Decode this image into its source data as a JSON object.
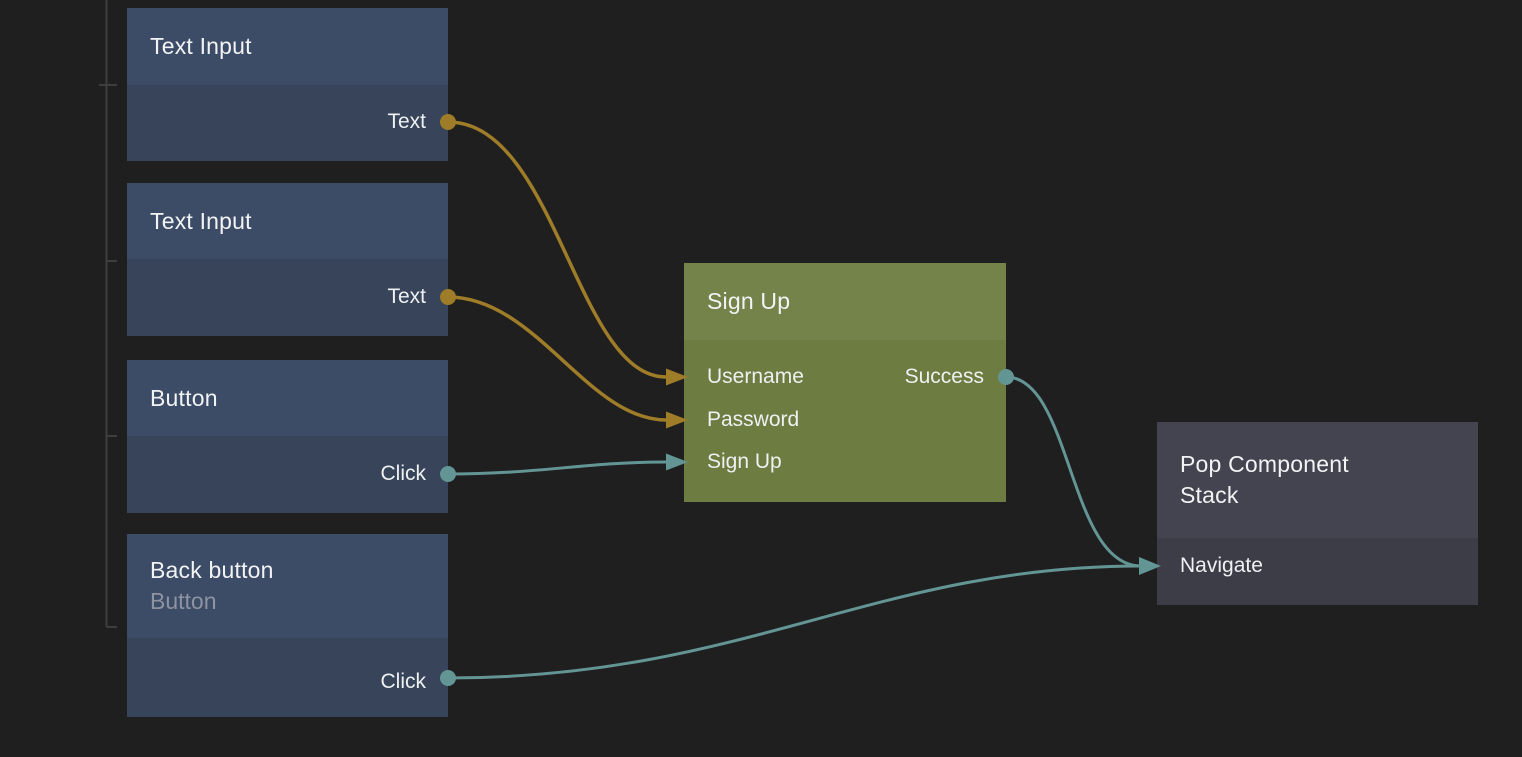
{
  "app": {
    "description": "Dark node-graph editor canvas wiring UI components to a Sign Up action"
  },
  "colors": {
    "background": "#1f1f20",
    "node_blue_header": "#3c4b66",
    "node_blue_body": "#374459",
    "node_green_header": "#74834a",
    "node_green_body": "#6d7c41",
    "node_gray_header": "#434450",
    "node_gray_body": "#3c3d47",
    "wire_gold": "#9e7c28",
    "wire_teal": "#649595",
    "title_text": "#f2f3f4",
    "subtitle_text": "#8d93a0",
    "port_text": "#eef0f1",
    "guide_line": "#3e3e3e"
  },
  "nodes": [
    {
      "title": "Text Input",
      "subtitle": "",
      "type": "blue",
      "ports": [
        {
          "label": "Text",
          "direction": "output",
          "wire": "gold"
        }
      ]
    },
    {
      "title": "Text Input",
      "subtitle": "",
      "type": "blue",
      "ports": [
        {
          "label": "Text",
          "direction": "output",
          "wire": "gold"
        }
      ]
    },
    {
      "title": "Button",
      "subtitle": "",
      "type": "blue",
      "ports": [
        {
          "label": "Click",
          "direction": "output",
          "wire": "teal"
        }
      ]
    },
    {
      "title": "Back button",
      "subtitle": "Button",
      "type": "blue",
      "ports": [
        {
          "label": "Click",
          "direction": "output",
          "wire": "teal"
        }
      ]
    },
    {
      "title": "Sign Up",
      "subtitle": "",
      "type": "green",
      "ports": [
        {
          "label": "Username",
          "direction": "input",
          "wire": "gold"
        },
        {
          "label": "Password",
          "direction": "input",
          "wire": "gold"
        },
        {
          "label": "Sign Up",
          "direction": "input",
          "wire": "teal"
        },
        {
          "label": "Success",
          "direction": "output",
          "wire": "teal"
        }
      ]
    },
    {
      "title": "Pop Component Stack",
      "subtitle": "",
      "type": "gray",
      "ports": [
        {
          "label": "Navigate",
          "direction": "input",
          "wire": "teal"
        }
      ]
    }
  ],
  "edges": [
    {
      "from": "Text Input 1 / Text",
      "to": "Sign Up / Username",
      "color": "gold"
    },
    {
      "from": "Text Input 2 / Text",
      "to": "Sign Up / Password",
      "color": "gold"
    },
    {
      "from": "Button / Click",
      "to": "Sign Up / Sign Up",
      "color": "teal"
    },
    {
      "from": "Sign Up / Success",
      "to": "Pop Component Stack / Navigate",
      "color": "teal"
    },
    {
      "from": "Back button / Click",
      "to": "Pop Component Stack / Navigate",
      "color": "teal"
    }
  ]
}
